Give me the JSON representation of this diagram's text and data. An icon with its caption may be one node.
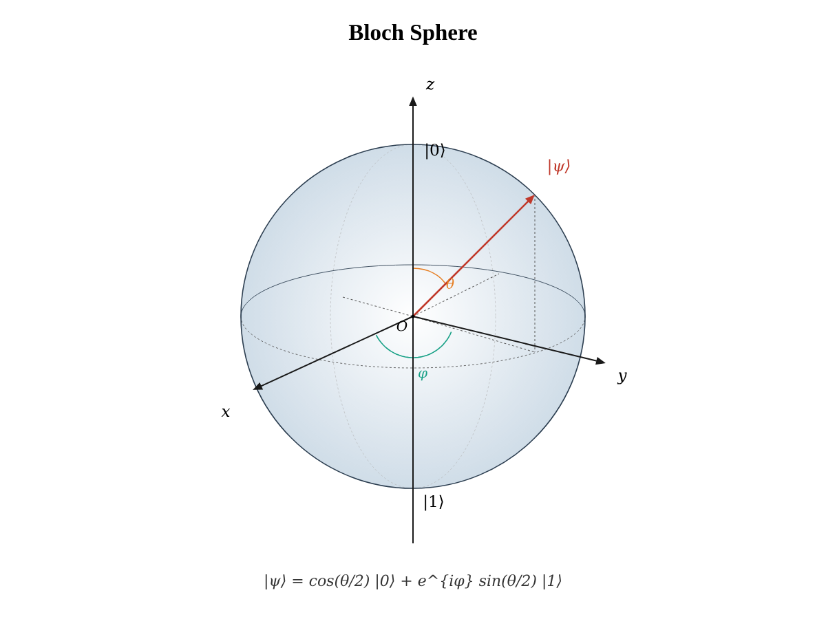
{
  "diagram": {
    "title": "Bloch Sphere",
    "caption": "|ψ⟩ = cos(θ/2) |0⟩ + e^{iφ} sin(θ/2) |1⟩",
    "labels": [
      "z",
      "|0⟩",
      "|ψ⟩",
      "θ",
      "O",
      "φ",
      "y",
      "x",
      "|1⟩"
    ]
  }
}
